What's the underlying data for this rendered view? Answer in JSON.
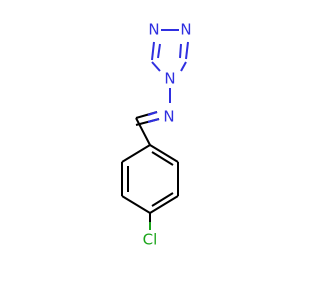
{
  "molecule": {
    "atoms": {
      "n_ring_top_left": {
        "label": "N",
        "color": "#2f2fe0"
      },
      "n_ring_top_right": {
        "label": "N",
        "color": "#2f2fe0"
      },
      "n_ring_bottom": {
        "label": "N",
        "color": "#2f2fe0"
      },
      "n_imine": {
        "label": "N",
        "color": "#2f2fe0"
      },
      "chlorine": {
        "label": "Cl",
        "color": "#1aa51a"
      }
    }
  }
}
